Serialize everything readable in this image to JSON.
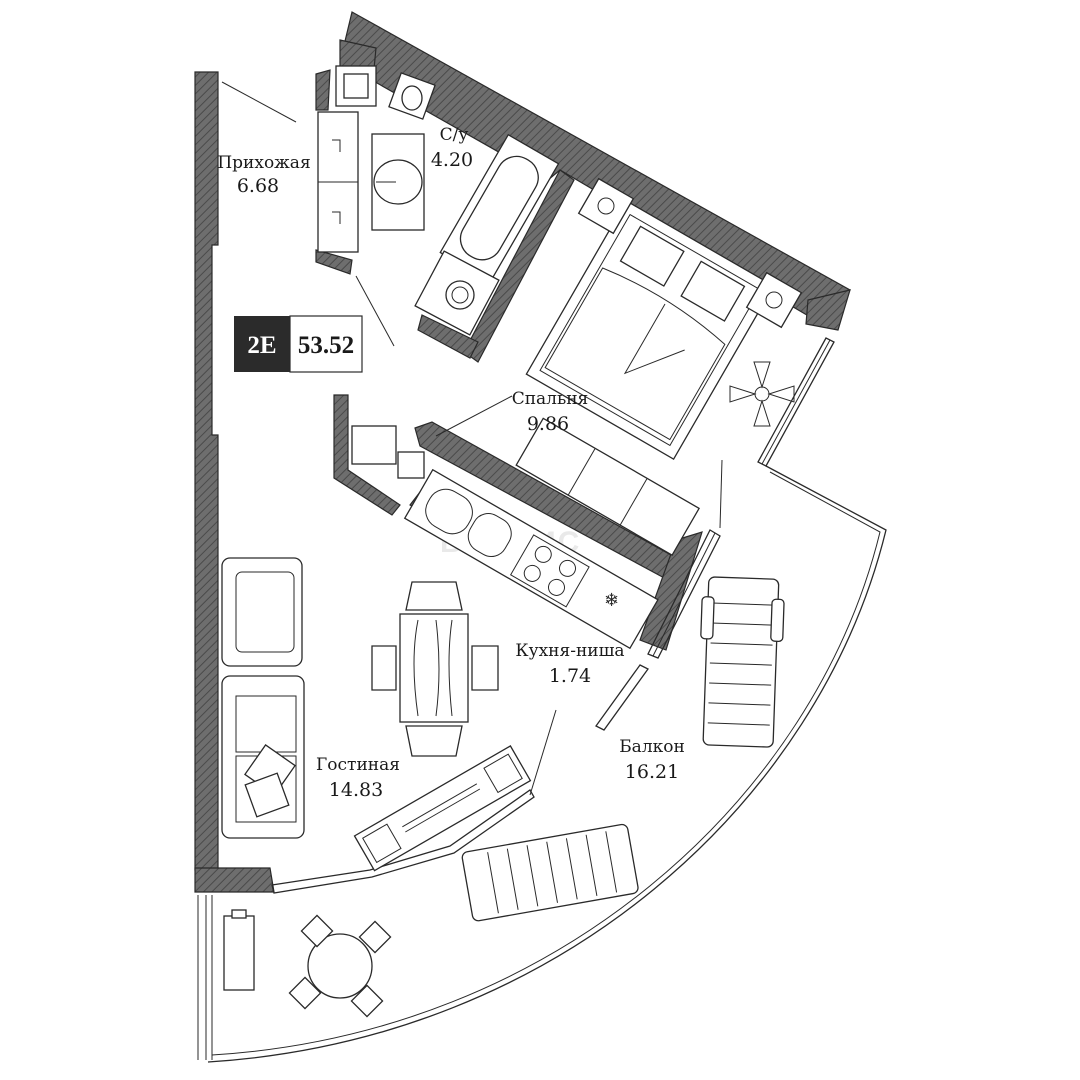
{
  "unit_badge": {
    "type": "2E",
    "area": "53.52"
  },
  "rooms": [
    {
      "id": "hallway",
      "name": "Прихожая",
      "area": "6.68"
    },
    {
      "id": "bathroom",
      "name": "С/у",
      "area": "4.20"
    },
    {
      "id": "bedroom",
      "name": "Спальня",
      "area": "9.86"
    },
    {
      "id": "kitchen",
      "name": "Кухня-ниша",
      "area": "1.74"
    },
    {
      "id": "living",
      "name": "Гостиная",
      "area": "14.83"
    },
    {
      "id": "balcony",
      "name": "Балкон",
      "area": "16.21"
    }
  ],
  "watermark": "ВЛАДИС",
  "colors": {
    "wall_hatch": "#6b6b6b",
    "line": "#2a2a2a",
    "badge_dark": "#2b2b2b"
  }
}
